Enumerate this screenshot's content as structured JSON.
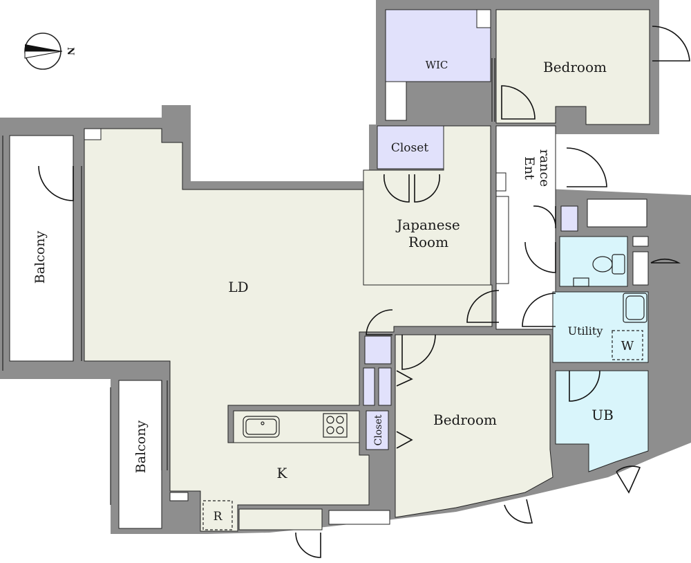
{
  "compass": {
    "label": "N",
    "icon": "north-arrow-icon"
  },
  "rooms": {
    "wic": "WIC",
    "bedroom_north": "Bedroom",
    "closet_top": "Closet",
    "entrance_line1": "Ent",
    "entrance_line2": "rance",
    "japanese_line1": "Japanese",
    "japanese_line2": "Room",
    "ld": "LD",
    "balcony_west": "Balcony",
    "balcony_southwest": "Balcony",
    "k": "K",
    "r": "R",
    "closet_small": "Closet",
    "bedroom_south": "Bedroom",
    "utility": "Utility",
    "w": "W",
    "ub": "UB"
  },
  "colors": {
    "wall": "#8e8e8e",
    "living": "#eff0e4",
    "storage": "#e1e1fb",
    "wet": "#d9f5fb",
    "outline": "#222222"
  }
}
